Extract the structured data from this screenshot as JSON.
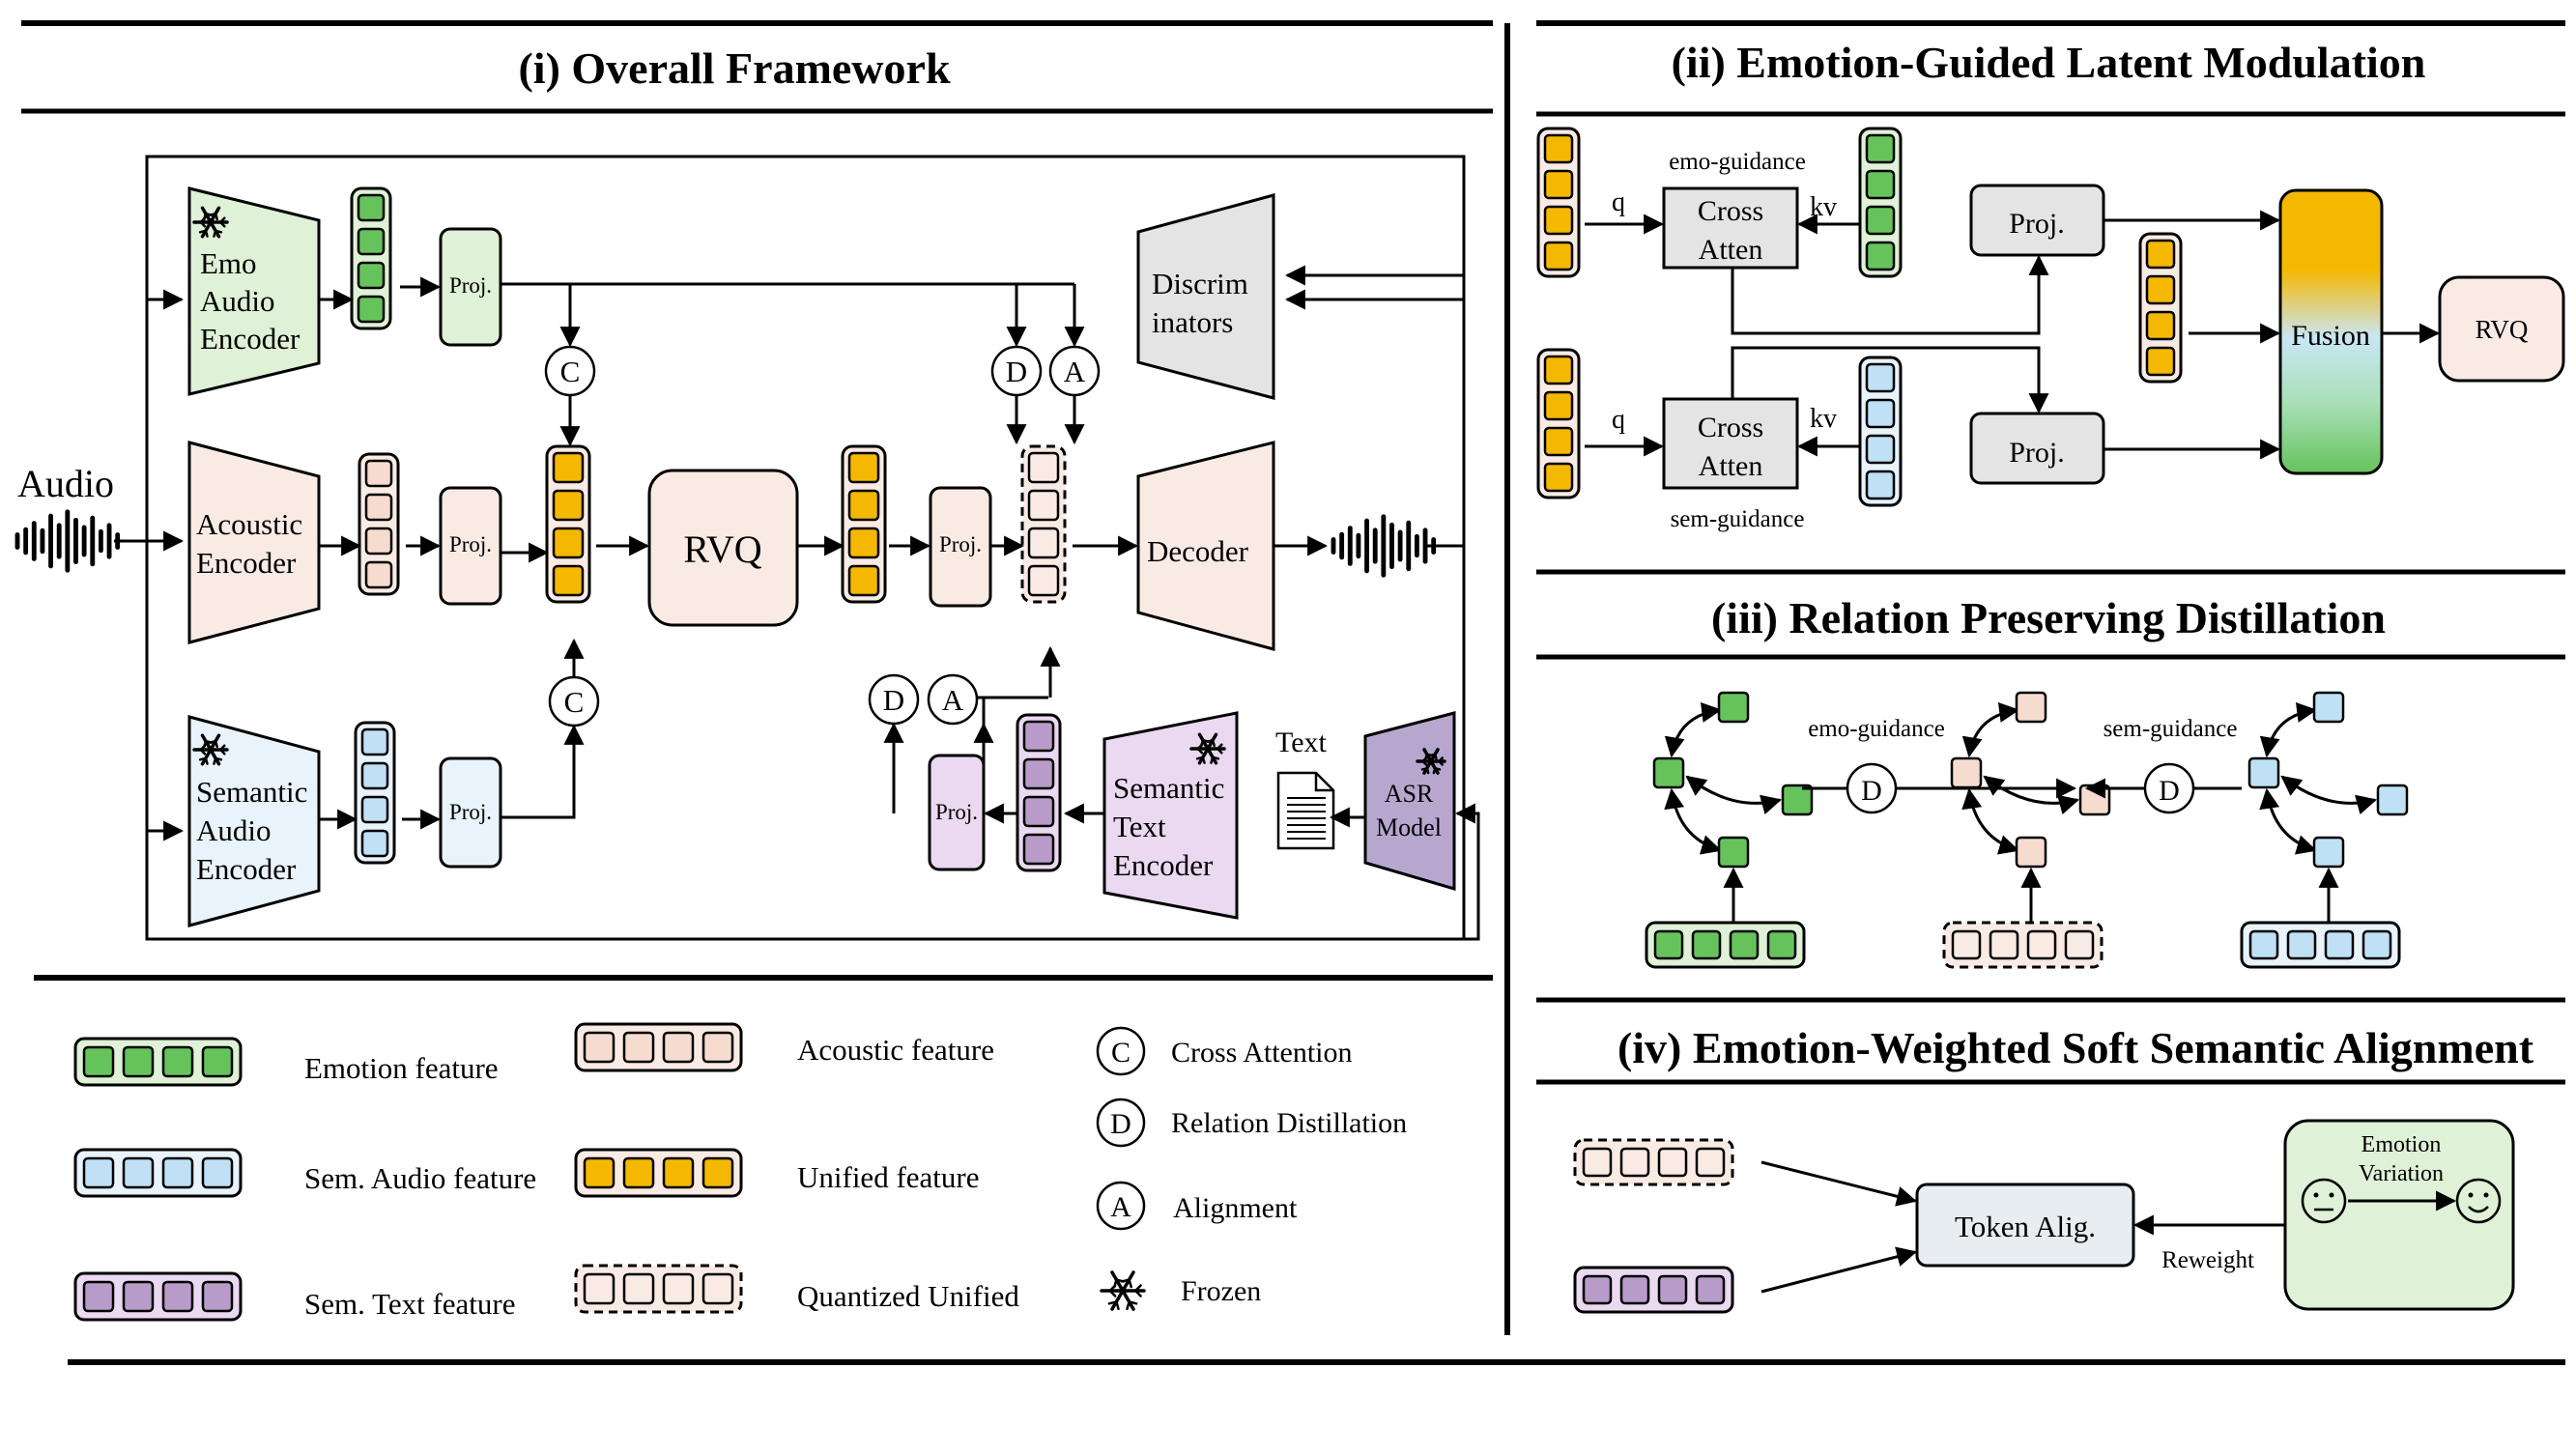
{
  "panels": {
    "overall": {
      "title": "(i) Overall Framework",
      "audio_label": "Audio",
      "emo_encoder": [
        "Emo",
        "Audio",
        "Encoder"
      ],
      "acoustic_encoder": [
        "Acoustic",
        "Encoder"
      ],
      "semantic_audio_encoder": [
        "Semantic",
        "Audio",
        "Encoder"
      ],
      "proj_label": "Proj.",
      "rvq_label": "RVQ",
      "discriminators": [
        "Discrim",
        "inators"
      ],
      "decoder_label": "Decoder",
      "semantic_text_encoder": [
        "Semantic",
        "Text",
        "Encoder"
      ],
      "asr_model": [
        "ASR",
        "Model"
      ],
      "text_label": "Text",
      "symbol_c": "C",
      "symbol_d": "D",
      "symbol_a": "A"
    },
    "modulation": {
      "title": "(ii) Emotion-Guided Latent Modulation",
      "q_label": "q",
      "kv_label": "kv",
      "cross_atten": [
        "Cross",
        "Atten"
      ],
      "emo_guidance": "emo-guidance",
      "sem_guidance": "sem-guidance",
      "proj_label": "Proj.",
      "fusion_label": "Fusion",
      "rvq_label": "RVQ"
    },
    "distillation": {
      "title": "(iii) Relation Preserving Distillation",
      "emo_guidance": "emo-guidance",
      "sem_guidance": "sem-guidance",
      "symbol_d": "D"
    },
    "alignment": {
      "title": "(iv) Emotion-Weighted Soft Semantic Alignment",
      "token_alig": "Token Alig.",
      "reweight": "Reweight",
      "emotion_variation": [
        "Emotion",
        "Variation"
      ]
    }
  },
  "legend": {
    "emotion_feature": "Emotion feature",
    "sem_audio_feature": "Sem. Audio feature",
    "sem_text_feature": "Sem. Text feature",
    "acoustic_feature": "Acoustic feature",
    "unified_feature": "Unified feature",
    "quantized_unified": "Quantized Unified",
    "cross_attention": "Cross Attention",
    "relation_distillation": "Relation Distillation",
    "alignment": "Alignment",
    "frozen": "Frozen",
    "symbol_c": "C",
    "symbol_d": "D",
    "symbol_a": "A"
  },
  "colors": {
    "emotion": "#66c35c",
    "emotion_bg": "#dff1d6",
    "sem_audio": "#bfe0f5",
    "sem_audio_bg": "#e8f3fb",
    "sem_text": "#b99bc9",
    "sem_text_bg": "#ead9f1",
    "acoustic": "#f6dccf",
    "acoustic_bg": "#f9ebe4",
    "unified": "#f5b800",
    "asr": "#b7a7cf",
    "gray_box": "#e4e4e4"
  },
  "icons": [
    "snowflake-icon",
    "waveform-icon",
    "document-icon",
    "neutral-face-icon",
    "smile-face-icon"
  ]
}
